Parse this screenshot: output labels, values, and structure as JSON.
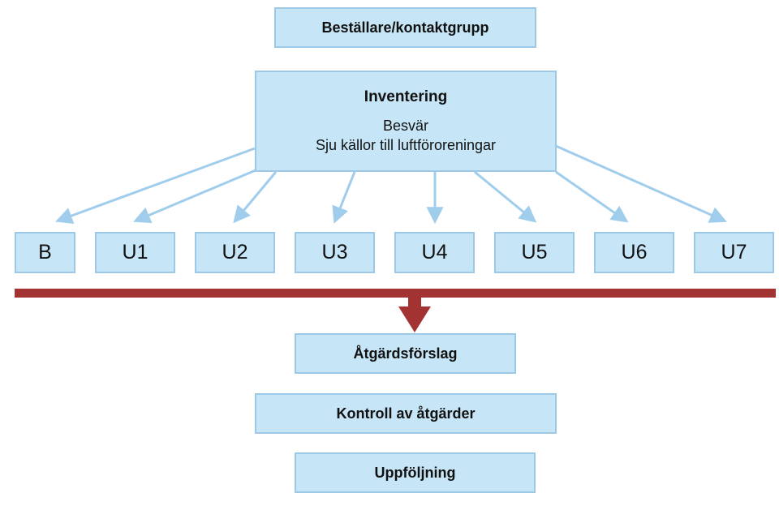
{
  "top": {
    "label": "Beställare/kontaktgrupp"
  },
  "inventory": {
    "title": "Inventering",
    "lines": [
      "Besvär",
      "Sju källor till luftföroreningar"
    ]
  },
  "sources": [
    "B",
    "U1",
    "U2",
    "U3",
    "U4",
    "U5",
    "U6",
    "U7"
  ],
  "steps": [
    "Åtgärdsförslag",
    "Kontroll av åtgärder",
    "Uppföljning"
  ],
  "colors": {
    "box_fill": "#c6e5f6",
    "box_border": "#9dc9e6",
    "arrow_light": "#9fcdeb",
    "bar": "#a33232"
  }
}
